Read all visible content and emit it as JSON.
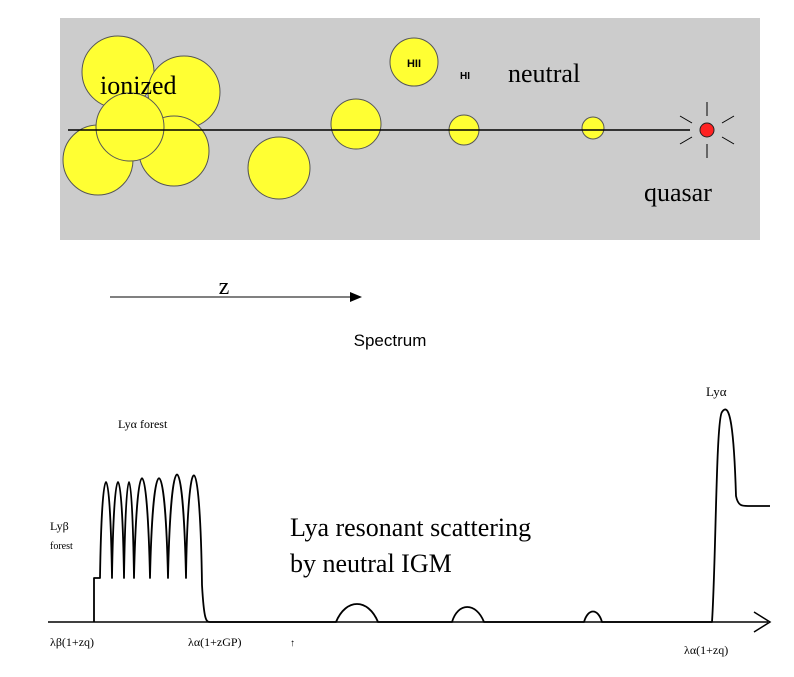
{
  "panel": {
    "label_ionized": "ionized",
    "label_hii": "HII",
    "label_hi": "HI",
    "label_neutral": "neutral",
    "label_quasar": "quasar",
    "bg_color": "#cccccc",
    "bubble_color": "#ffff33",
    "quasar_color": "#ff2222"
  },
  "axis": {
    "label": "z"
  },
  "spectrum": {
    "title": "Spectrum",
    "lya_forest_label": "Lyα forest",
    "lyb_label_line1": "Lyβ",
    "lyb_label_line2": "forest",
    "lya_peak_label": "Lyα",
    "annotation_line1": "Lya resonant scattering",
    "annotation_line2": "by neutral IGM",
    "tick_left": "λβ(1+zq)",
    "tick_mid": "λα(1+zGP)",
    "tick_mid_suffix": "↑",
    "tick_right": "λα(1+zq)"
  }
}
